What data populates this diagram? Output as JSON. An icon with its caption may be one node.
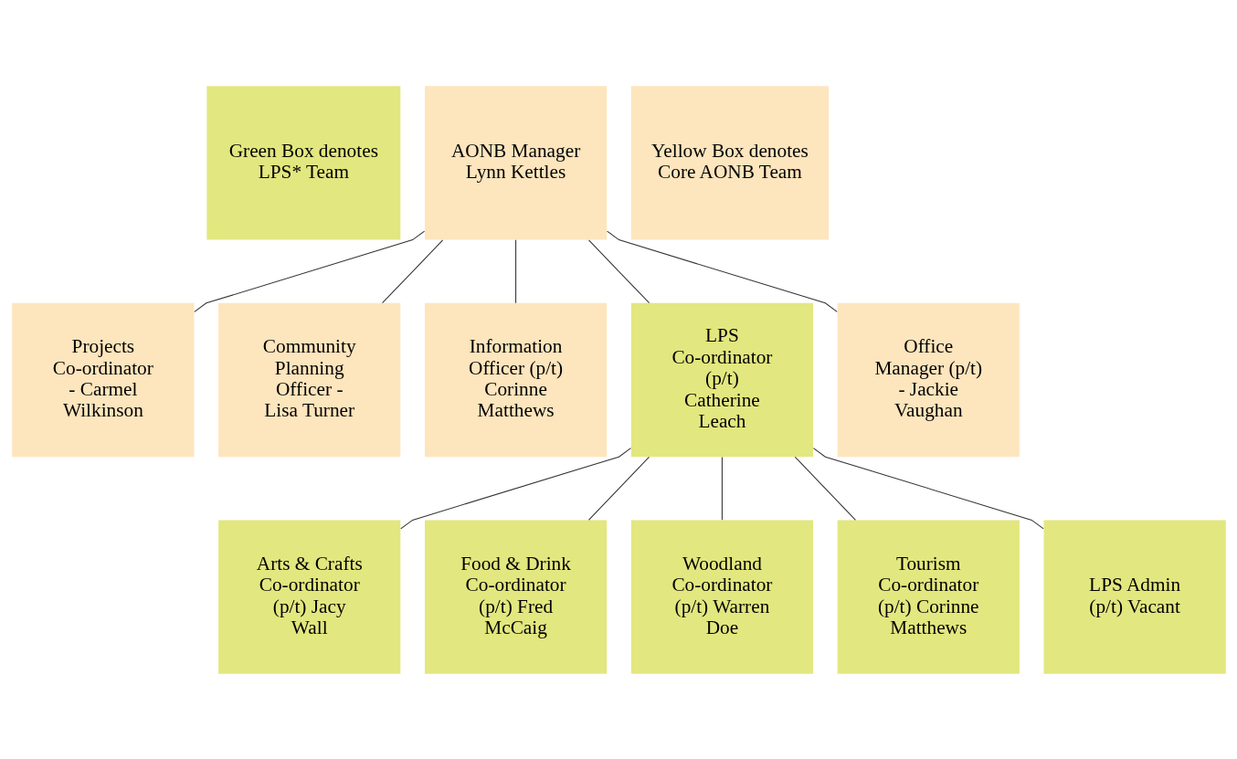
{
  "diagram": {
    "nodes": [
      {
        "text": [
          "Green Box denotes LPS* Team"
        ]
      },
      {
        "text": [
          "AONB Manager Lynn Kettles"
        ]
      },
      {
        "text": [
          "Yellow Box denotes Core AONB Team"
        ]
      },
      {
        "text": [
          "Projects Co-ordinator - Carmel Wilkinson"
        ]
      },
      {
        "text": [
          "Community Planning Officer - Lisa Turner"
        ]
      },
      {
        "text": [
          "Information Officer (p/t) Corinne Matthews"
        ]
      },
      {
        "text": [
          "LPS Co-ordinator (p/t) Catherine Leach"
        ]
      },
      {
        "text": [
          "Office Manager (p/t) - Jackie Vaughan"
        ]
      },
      {
        "text": [
          "Arts & Crafts Co-ordinator (p/t) Jacy Wall"
        ]
      },
      {
        "text": [
          "Food & Drink Co-ordinator (p/t) Fred McCaig"
        ]
      },
      {
        "text": [
          "Woodland Co-ordinator (p/t) Warren Doe"
        ]
      },
      {
        "text": [
          "Tourism Co-ordinator (p/t) Corinne Matthews"
        ]
      },
      {
        "text": [
          "LPS Admin (p/t) Vacant"
        ]
      }
    ],
    "edges": [
      {
        "from": 1,
        "to": 3,
        "arrow": "none"
      },
      {
        "from": 1,
        "to": 4,
        "arrow": "none"
      },
      {
        "from": 1,
        "to": 5,
        "arrow": "none"
      },
      {
        "from": 1,
        "to": 6,
        "arrow": "none"
      },
      {
        "from": 1,
        "to": 7,
        "arrow": "none"
      },
      {
        "from": 6,
        "to": 8,
        "arrow": "none"
      },
      {
        "from": 6,
        "to": 9,
        "arrow": "none"
      },
      {
        "from": 6,
        "to": 10,
        "arrow": "none"
      },
      {
        "from": 6,
        "to": 11,
        "arrow": "none"
      },
      {
        "from": 6,
        "to": 12,
        "arrow": "none"
      }
    ]
  }
}
